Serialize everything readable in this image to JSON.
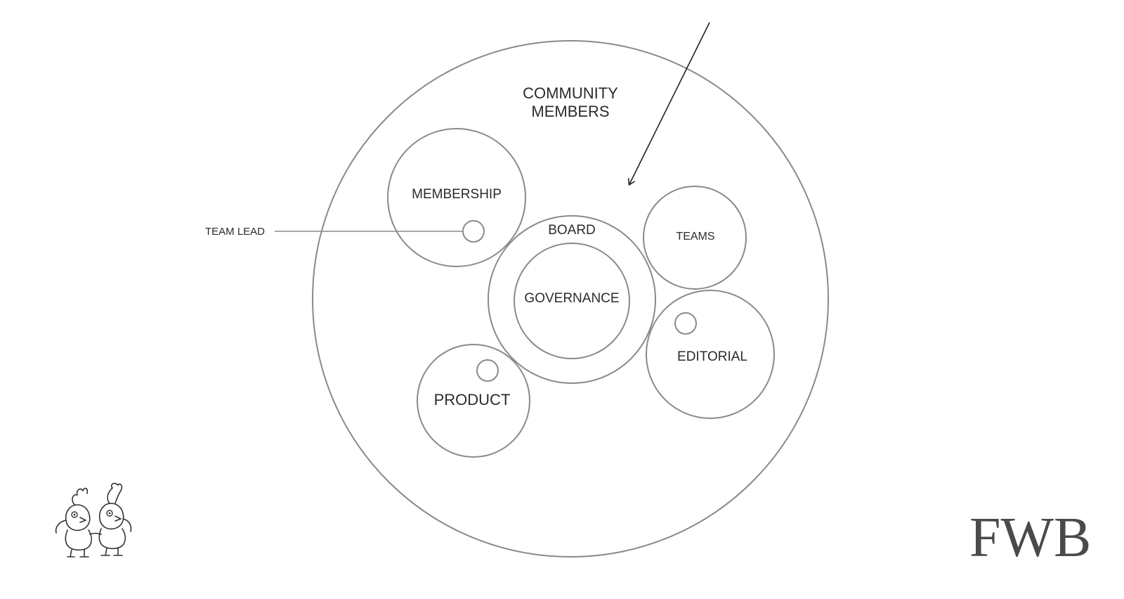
{
  "diagram": {
    "outer_label_line1": "COMMUNITY",
    "outer_label_line2": "MEMBERS",
    "membership": "MEMBERSHIP",
    "board": "BOARD",
    "governance": "GOVERNANCE",
    "teams": "TEAMS",
    "editorial": "EDITORIAL",
    "product": "PRODUCT",
    "team_lead": "TEAM LEAD"
  },
  "branding": {
    "logo_text": "FWB",
    "mascot_icon": "two-birds-mascot-icon"
  }
}
